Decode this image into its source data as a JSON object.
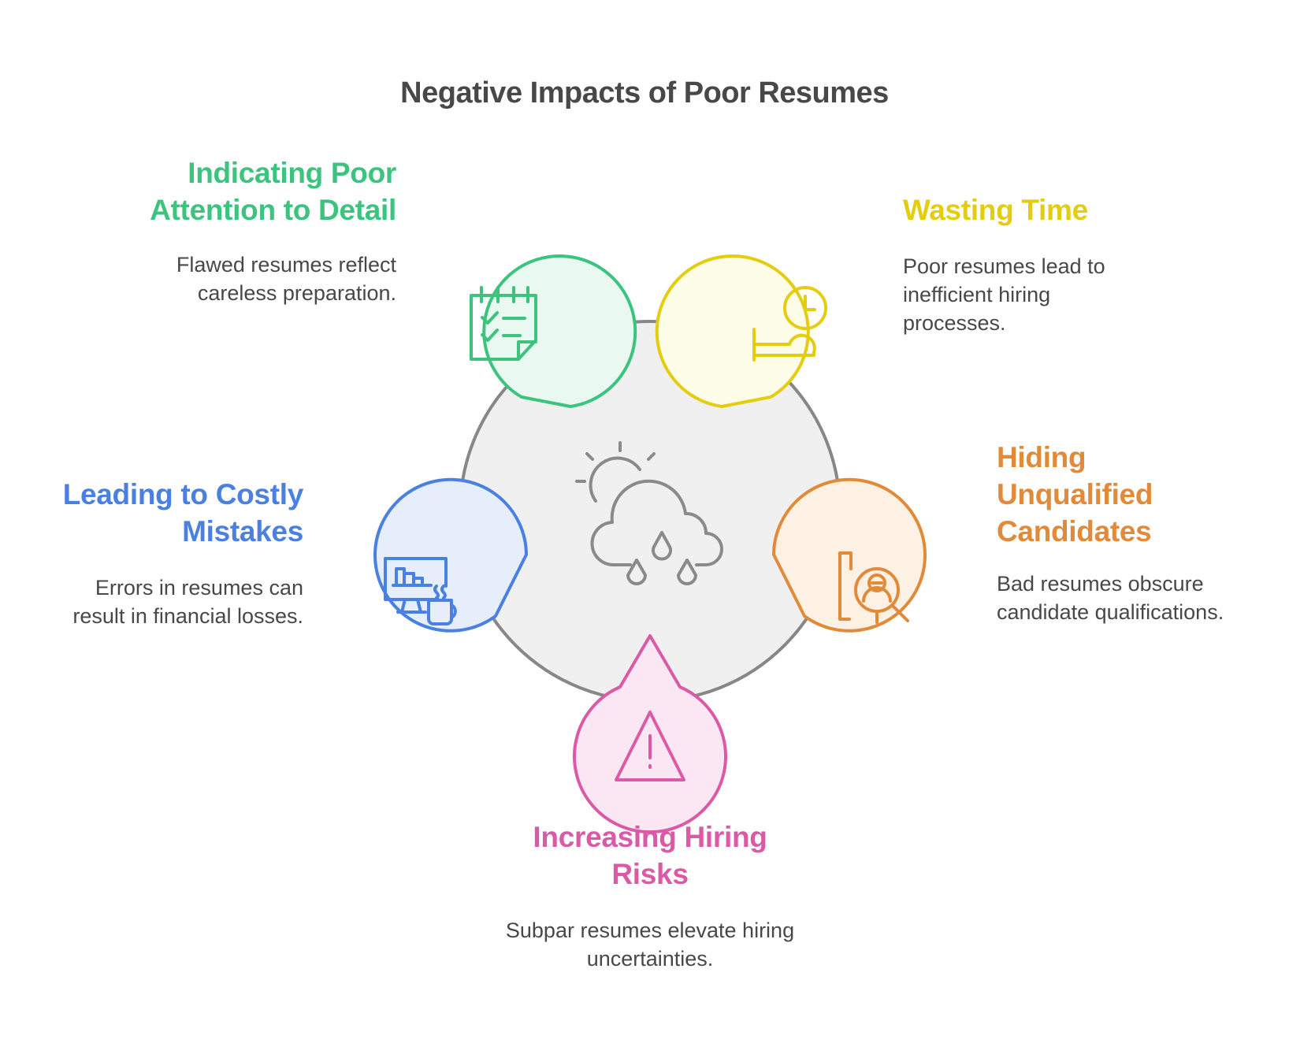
{
  "title": "Negative Impacts of Poor Resumes",
  "colors": {
    "center_fill": "#f0f0f0",
    "center_stroke": "#878787",
    "icon_gray": "#8a8a8a"
  },
  "center": {
    "icon": "sun-cloud-rain-icon"
  },
  "items": [
    {
      "id": "attention",
      "title": "Indicating Poor Attention to Detail",
      "description": "Flawed resumes reflect careless preparation.",
      "icon": "calendar-checklist-icon",
      "color": "#3cc47f",
      "fill": "#e9f8f0"
    },
    {
      "id": "time",
      "title": "Wasting Time",
      "description": "Poor resumes lead to inefficient hiring processes.",
      "icon": "clock-hand-icon",
      "color": "#e4cd10",
      "fill": "#fefde7"
    },
    {
      "id": "unqualified",
      "title": "Hiding Unqualified Candidates",
      "description": "Bad resumes obscure candidate qualifications.",
      "icon": "search-person-document-icon",
      "color": "#e08a3a",
      "fill": "#fdf1e4"
    },
    {
      "id": "risks",
      "title": "Increasing Hiring Risks",
      "description": "Subpar resumes elevate hiring uncertainties.",
      "icon": "warning-triangle-icon",
      "color": "#db5aa6",
      "fill": "#fbe7f3"
    },
    {
      "id": "mistakes",
      "title": "Leading to Costly Mistakes",
      "description": "Errors in resumes can result in financial losses.",
      "icon": "monitor-chart-coffee-icon",
      "color": "#4a80e0",
      "fill": "#e6eefb"
    }
  ]
}
